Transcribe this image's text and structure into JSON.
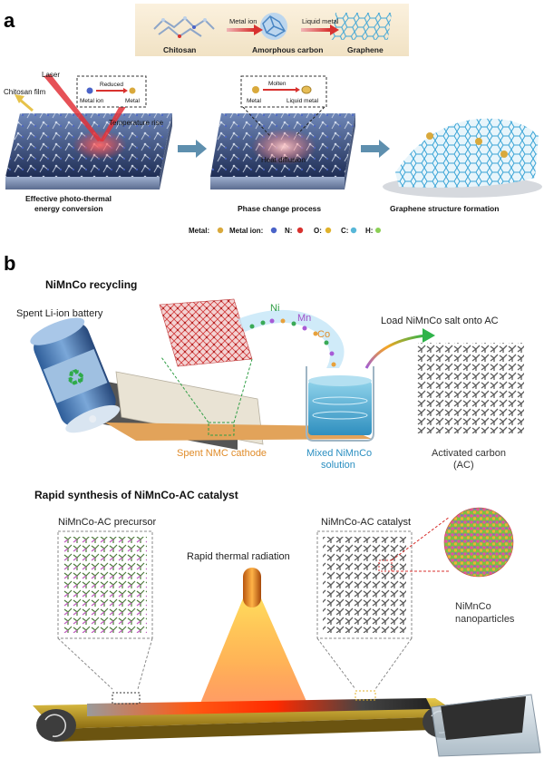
{
  "panel_a": {
    "letter": "a",
    "top_strip": {
      "stages": [
        "Chitosan",
        "Amorphous carbon",
        "Graphene"
      ],
      "arrows": [
        "Metal ion",
        "Liquid metal"
      ]
    },
    "step1": {
      "laser": "Laser",
      "chitosan_film": "Chitosan film",
      "temperature_rise": "Temperature rise",
      "inset_arrow": "Reduced",
      "inset_left": "Metal ion",
      "inset_right": "Metal",
      "caption_line1": "Effective photo-thermal",
      "caption_line2": "energy conversion"
    },
    "step2": {
      "heat_diffusion": "Heat diffusion",
      "inset_arrow": "Molten",
      "inset_left": "Metal",
      "inset_right": "Liquid metal",
      "caption": "Phase change process"
    },
    "step3": {
      "caption": "Graphene structure formation"
    },
    "legend": [
      {
        "label": "Metal:",
        "color": "#d9a93c"
      },
      {
        "label": "Metal ion:",
        "color": "#4a63c8"
      },
      {
        "label": "N:",
        "color": "#d8322f"
      },
      {
        "label": "O:",
        "color": "#e0b22c"
      },
      {
        "label": "C:",
        "color": "#58b7d8"
      },
      {
        "label": "H:",
        "color": "#8bcf55"
      }
    ]
  },
  "panel_b": {
    "letter": "b",
    "recycling": {
      "title": "NiMnCo recycling",
      "battery": "Spent Li-ion battery",
      "ni": "Ni",
      "mn": "Mn",
      "co": "Co",
      "load": "Load NiMnCo salt onto AC",
      "cathode": "Spent NMC cathode",
      "solution_line1": "Mixed NiMnCo",
      "solution_line2": "solution",
      "ac_line1": "Activated carbon",
      "ac_line2": "(AC)"
    },
    "synthesis": {
      "title": "Rapid synthesis of NiMnCo-AC catalyst",
      "precursor": "NiMnCo-AC precursor",
      "radiation": "Rapid thermal radiation",
      "catalyst": "NiMnCo-AC catalyst",
      "nano_line1": "NiMnCo",
      "nano_line2": "nanoparticles"
    }
  }
}
